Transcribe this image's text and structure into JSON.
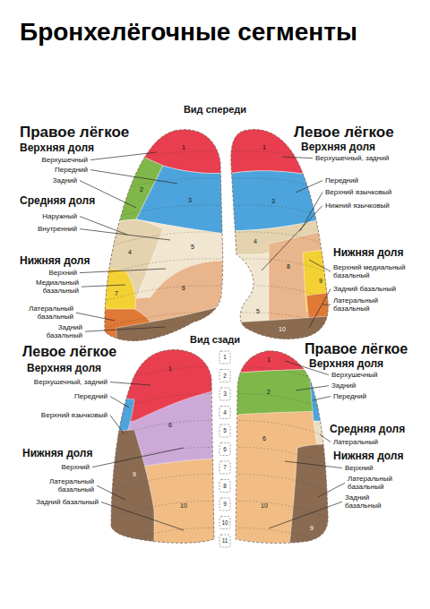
{
  "diagram": {
    "title": "Бронхелёгочные сегменты",
    "labels": [
      "Вид спереди",
      "Правое лёгкое",
      "Левое лёгкое",
      "Верхняя доля",
      "Верхняя доля",
      "Верхушечный",
      "Верхушечный, задний",
      "Передний",
      "Задний",
      "Передний",
      "Верхний язычковый",
      "Средняя доля",
      "Нижний язычковый",
      "Наружный",
      "Внутренний",
      "Нижняя доля",
      "Нижняя доля",
      "Верхний медиальный базальный",
      "Верхний",
      "Медиальный базальный",
      "Задний базальный",
      "Латеральный базальный",
      "Латеральный базальный",
      "Задний базальный",
      "1",
      "2",
      "3",
      "4",
      "5",
      "6",
      "7",
      "1",
      "3",
      "4",
      "5",
      "8",
      "9",
      "10",
      "Вид сзади",
      "Левое лёгкое",
      "Правое лёгкое",
      "Верхняя доля",
      "Верхняя доля",
      "Верхушечный",
      "Верхушечный, задний",
      "Задний",
      "Передний",
      "Передний",
      "Верхний язычковый",
      "Средняя доля",
      "Латеральный",
      "Нижняя доля",
      "Нижняя доля",
      "Верхний",
      "Верхний",
      "Латеральный базальный",
      "Латеральный базальный",
      "Задний базальный",
      "Задний базальный",
      "1",
      "2",
      "3",
      "4",
      "5",
      "6",
      "7",
      "8",
      "9",
      "10",
      "11",
      "1",
      "6",
      "9",
      "10",
      "1",
      "2",
      "6",
      "9",
      "10"
    ]
  }
}
